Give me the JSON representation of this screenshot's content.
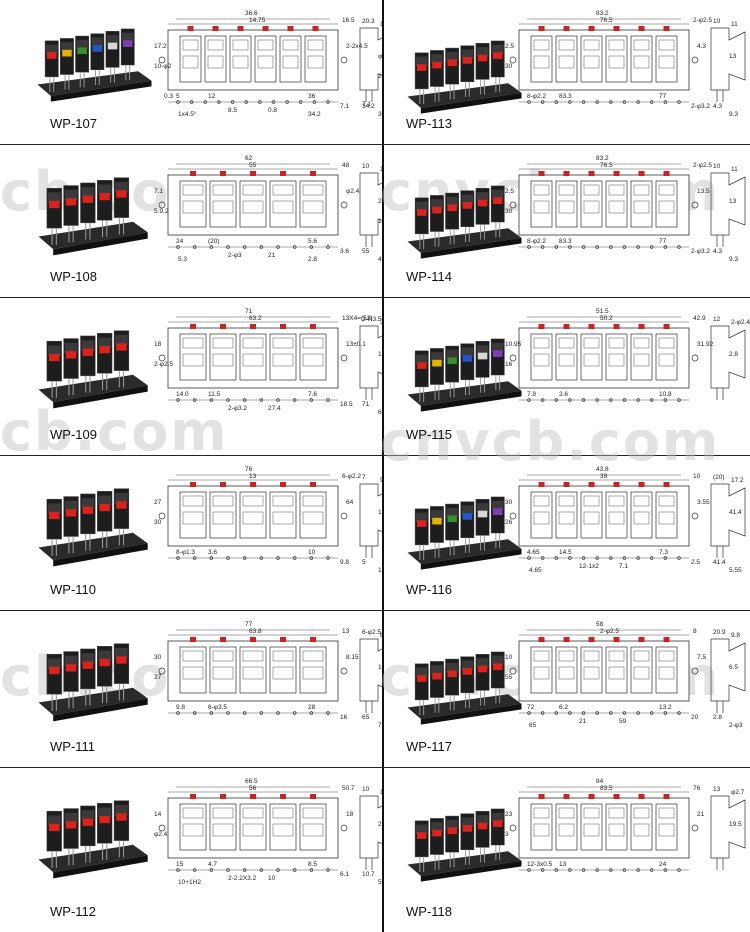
{
  "catalog": {
    "watermark_left": "cb.com",
    "watermark_right": "cnvcb.com",
    "products": [
      {
        "code": "WP-107",
        "dims": [
          "36.6",
          "14.75",
          "16.5",
          "20.3",
          "10",
          "17.2",
          "10-φ2",
          "2-2x4.5",
          "φ2.4",
          "5",
          "12",
          "36",
          "7.1",
          "34.2",
          "3.5",
          "8.5",
          "0.8",
          "1x4.5°",
          "34.2",
          "2",
          "7.1",
          "0.3"
        ]
      },
      {
        "code": "WP-113",
        "dims": [
          "83.2",
          "76.5",
          "2-φ2.5",
          "10",
          "11",
          "2.5",
          "30",
          "4.3",
          "13",
          "8-φ2.2",
          "83.3",
          "77",
          "2-φ3.2",
          "4.3",
          "9.3"
        ]
      },
      {
        "code": "WP-108",
        "dims": [
          "62",
          "55",
          "48",
          "10",
          "14",
          "7.1",
          "5.9.2",
          "φ2.4",
          "27",
          "24",
          "(20)",
          "5.6",
          "3.6",
          "55",
          "49",
          "2-φ3",
          "21",
          "5.3",
          "2.8",
          "12"
        ]
      },
      {
        "code": "WP-114",
        "dims": [
          "83.2",
          "76.5",
          "2-φ2.5",
          "10",
          "11",
          "2.5",
          "30",
          "13.5",
          "13",
          "8-φ2.2",
          "83.3",
          "77",
          "2-φ3.2",
          "4.3",
          "9.3"
        ]
      },
      {
        "code": "WP-109",
        "dims": [
          "71",
          "63.2",
          "13X4=(52)",
          "2-R3.5",
          "30",
          "18",
          "2-φ2.5",
          "13±0.1",
          "13",
          "14.0",
          "11.5",
          "7.6",
          "18.5",
          "71",
          "64",
          "2-φ3.2",
          "27.4"
        ]
      },
      {
        "code": "WP-115",
        "dims": [
          "51.5",
          "50.2",
          "42.9",
          "12",
          "2-φ2.4",
          "10.95",
          "16",
          "31.92",
          "2.8",
          "7.8",
          "3.6",
          "10.8"
        ]
      },
      {
        "code": "WP-110",
        "dims": [
          "76",
          "13",
          "6-φ2.2",
          "7",
          "9",
          "27",
          "30",
          "64",
          "1.2",
          "8-φ1.3",
          "3.6",
          "10",
          "9.8",
          "5",
          "10"
        ]
      },
      {
        "code": "WP-116",
        "dims": [
          "43.8",
          "39",
          "10",
          "(20)",
          "17.2",
          "30",
          "26",
          "3.55",
          "41.4",
          "4.65",
          "14.5",
          "7.3",
          "2.5",
          "41.4",
          "5.55",
          "12-1x2",
          "7.1",
          "4.65"
        ]
      },
      {
        "code": "WP-111",
        "dims": [
          "77",
          "63.8",
          "13",
          "6-φ2.5",
          "8",
          "30",
          "27",
          "8.15",
          "10",
          "9.8",
          "6-φ3.5",
          "28",
          "16",
          "65",
          "71"
        ]
      },
      {
        "code": "WP-117",
        "dims": [
          "58",
          "2-φ2.5",
          "8",
          "20.9",
          "9.8",
          "10",
          "55",
          "7.5",
          "6.5",
          "72",
          "6.2",
          "13.2",
          "20",
          "2.8",
          "2-φ3",
          "21",
          "59",
          "65"
        ]
      },
      {
        "code": "WP-112",
        "dims": [
          "66.5",
          "56",
          "50.7",
          "10",
          "12.2",
          "14",
          "φ2.4",
          "18",
          "27",
          "15",
          "4.7",
          "8.5",
          "6.1",
          "10.7",
          "5.1",
          "2-2.2X3.2",
          "10",
          "10+1H2"
        ]
      },
      {
        "code": "WP-118",
        "dims": [
          "84",
          "83.5",
          "76",
          "13",
          "φ2.7",
          "23",
          "3",
          "21",
          "19.5",
          "12-3x0.5",
          "13",
          "24"
        ]
      }
    ]
  }
}
